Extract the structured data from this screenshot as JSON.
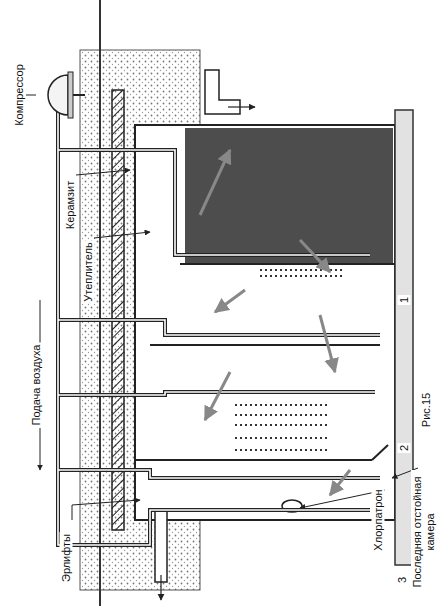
{
  "diagram": {
    "nodes": [
      {
        "text": [
          "Компрессор"
        ]
      }
    ],
    "labels": [
      "Подача воздуха",
      "Эрлифты",
      "Керамзит",
      "Утеплитель",
      "Хлорпатрон",
      "2",
      "3",
      "Последняя отстойная камера",
      "1",
      "Рис.15"
    ]
  }
}
